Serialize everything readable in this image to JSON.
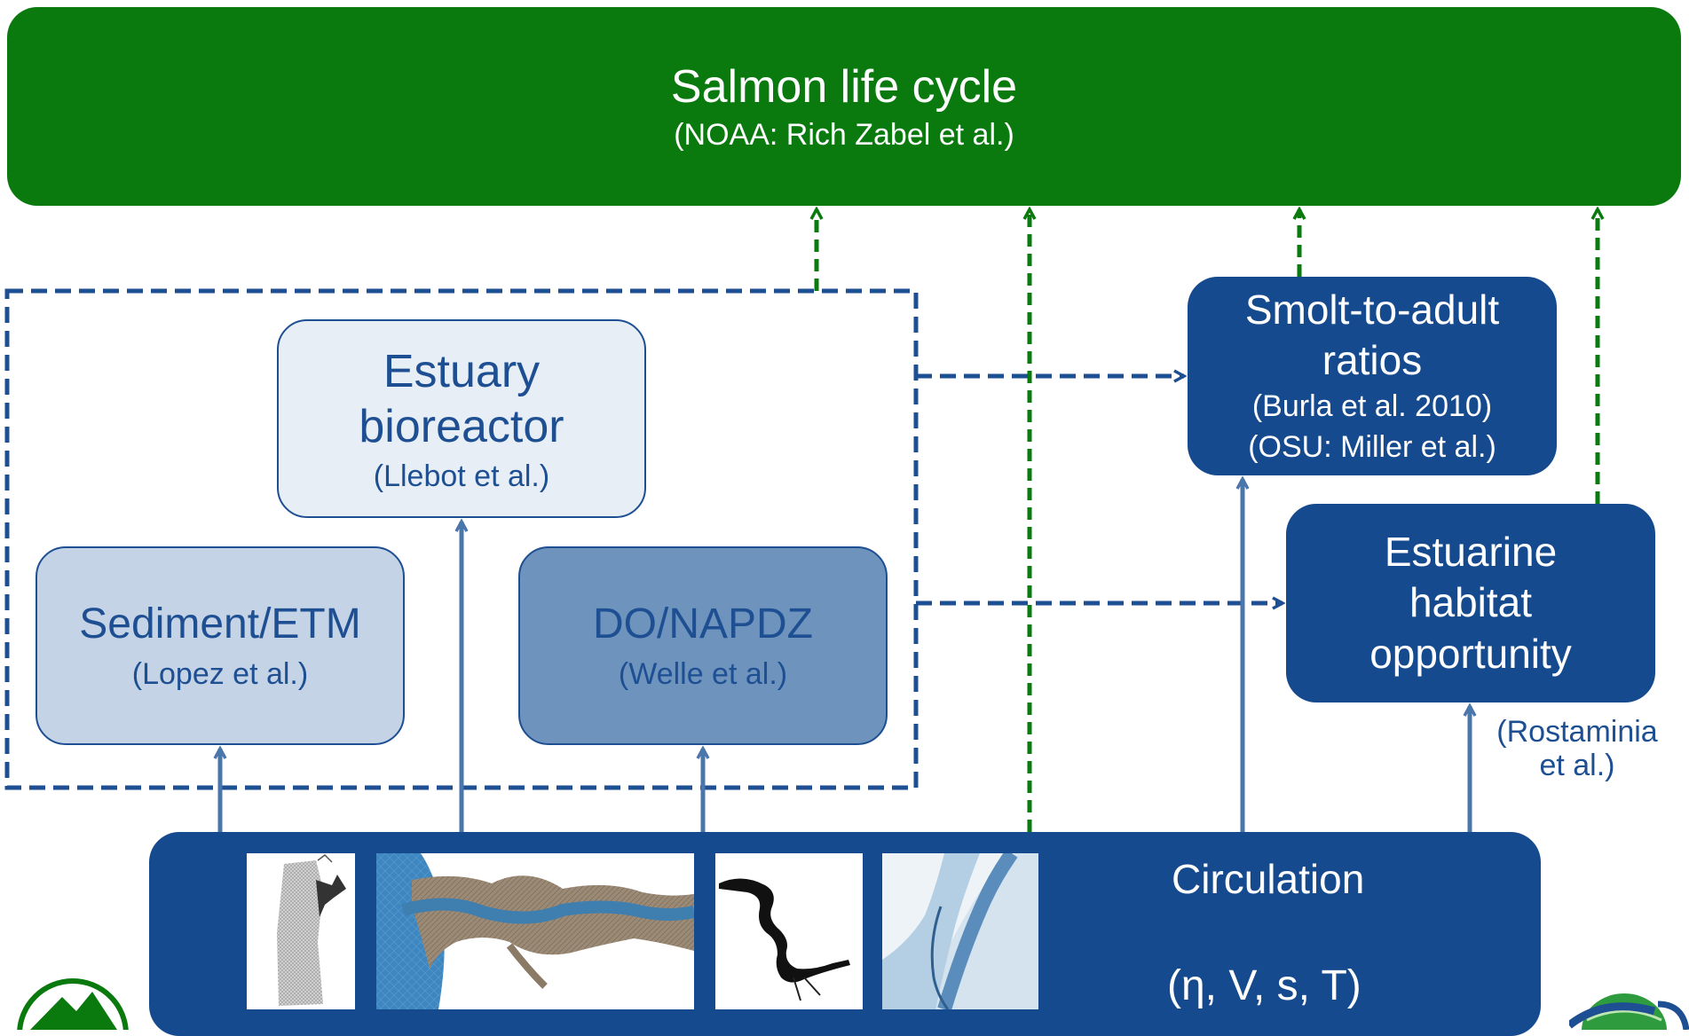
{
  "top": {
    "title": "Salmon life cycle",
    "subtitle": "(NOAA: Rich Zabel et al.)"
  },
  "bioreactor": {
    "line1": "Estuary",
    "line2": "bioreactor",
    "credit": "(Llebot et al.)"
  },
  "sediment": {
    "title": "Sediment/ETM",
    "credit": "(Lopez et al.)"
  },
  "do_napdz": {
    "title": "DO/NAPDZ",
    "credit": "(Welle et al.)"
  },
  "smolt": {
    "line1": "Smolt-to-adult",
    "line2": "ratios",
    "credit1": "(Burla et al. 2010)",
    "credit2": "(OSU: Miller et al.)"
  },
  "estuarine": {
    "line1": "Estuarine",
    "line2": "habitat",
    "line3": "opportunity"
  },
  "rostaminia": {
    "line1": "(Rostaminia",
    "line2": "et al.)"
  },
  "circulation": {
    "title": "Circulation",
    "variables": "(η, V, s, T)"
  },
  "thumbnails": [
    "grid-mesh-image",
    "estuary-mesh-image",
    "river-channel-image",
    "channel-bathymetry-image"
  ],
  "colors": {
    "green": "#0a7a0f",
    "navy": "#164a8e",
    "light_box": "#e8eef6",
    "pale_box": "#c4d3e6",
    "mid_box": "#6e93bd",
    "arrow_blue": "#4a76ab"
  }
}
